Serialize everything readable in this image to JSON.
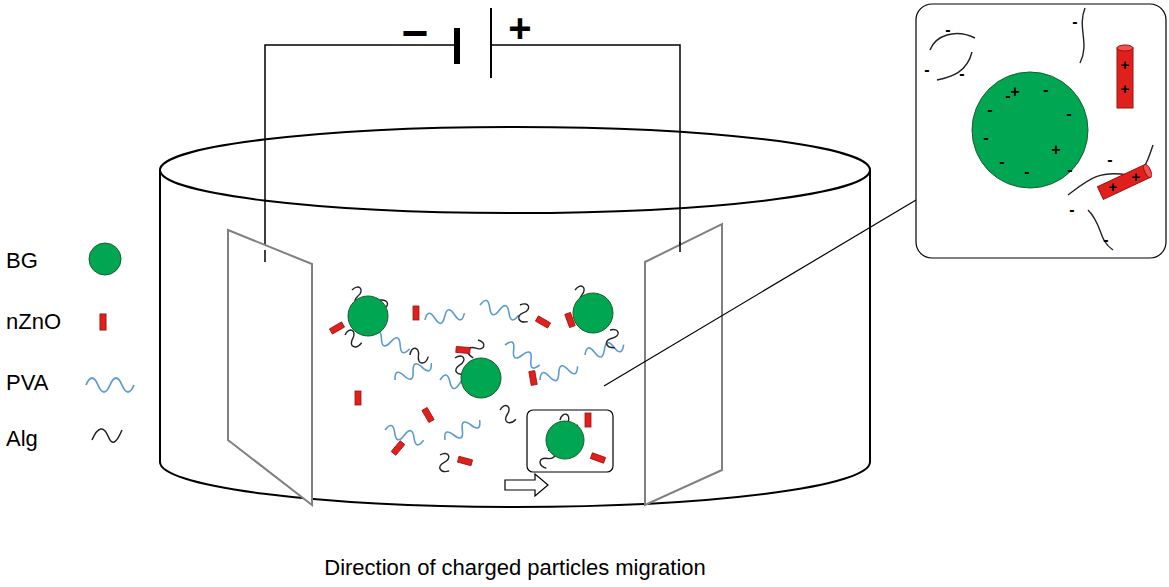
{
  "diagram": {
    "labels": [
      "−",
      "+",
      "Direction of charged particles migration",
      "+",
      "-",
      "-",
      "-",
      "+",
      "-",
      "-",
      "-",
      "-",
      "-",
      "-",
      "-",
      "-",
      "-",
      "-",
      "-",
      "-",
      "+",
      "+",
      "+",
      "+"
    ],
    "legend": [
      {
        "text": "BG"
      },
      {
        "text": "nZnO"
      },
      {
        "text": "PVA"
      },
      {
        "text": "Alg"
      }
    ]
  }
}
